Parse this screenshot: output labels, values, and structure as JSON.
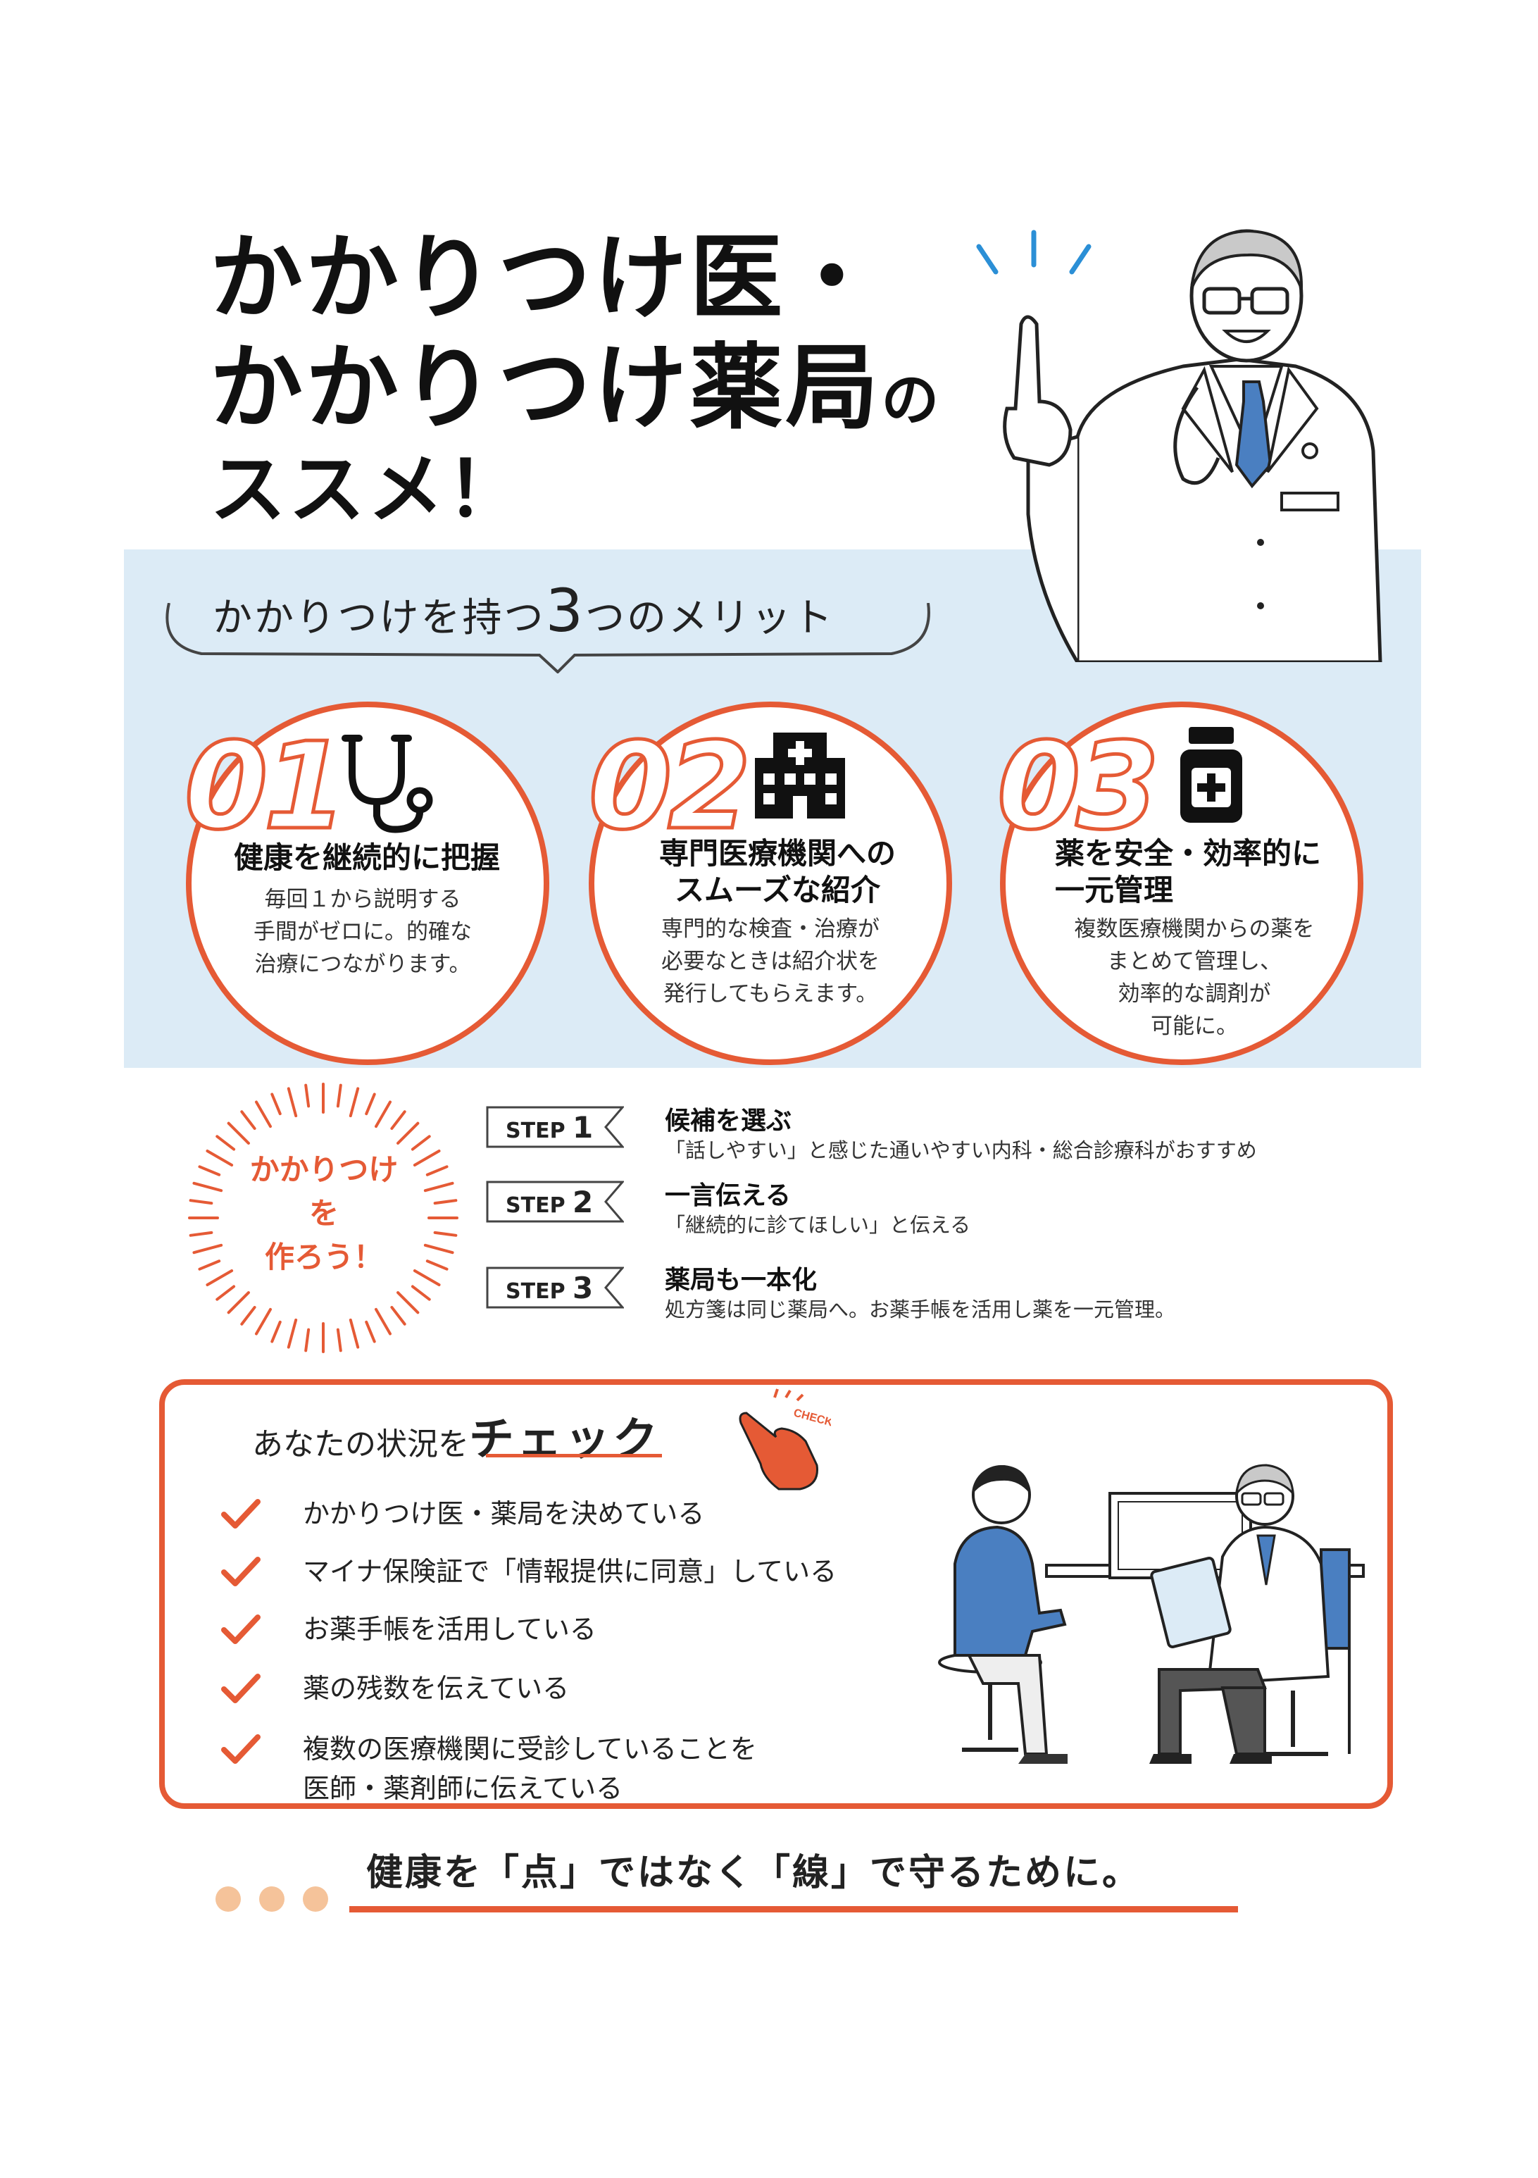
{
  "title": {
    "line1": "かかりつけ医・",
    "line2_main": "かかりつけ薬局",
    "line2_small": "の",
    "line3": "ススメ！"
  },
  "merits": {
    "heading_pre": "かかりつけを持つ",
    "heading_num": "3",
    "heading_post": "つのメリット",
    "items": [
      {
        "number": "01",
        "icon": "stethoscope-icon",
        "title_lines": [
          "健康を継続的に把握"
        ],
        "desc_lines": [
          "毎回１から説明する",
          "手間がゼロに。的確な",
          "治療につながります。"
        ]
      },
      {
        "number": "02",
        "icon": "hospital-icon",
        "title_lines": [
          "専門医療機関への",
          "スムーズな紹介"
        ],
        "desc_lines": [
          "専門的な検査・治療が",
          "必要なときは紹介状を",
          "発行してもらえます。"
        ]
      },
      {
        "number": "03",
        "icon": "medicine-bottle-icon",
        "title_lines": [
          "薬を安全・効率的に",
          "一元管理"
        ],
        "desc_lines": [
          "複数医療機関からの薬を",
          "まとめて管理し、",
          "効率的な調剤が",
          "可能に。"
        ]
      }
    ]
  },
  "burst": {
    "line1": "かかりつけ",
    "line2": "を",
    "line3": "作ろう！"
  },
  "steps": [
    {
      "label": "STEP",
      "num": "1",
      "title": "候補を選ぶ",
      "desc": "「話しやすい」と感じた通いやすい内科・総合診療科がおすすめ"
    },
    {
      "label": "STEP",
      "num": "2",
      "title": "一言伝える",
      "desc": "「継続的に診てほしい」と伝える"
    },
    {
      "label": "STEP",
      "num": "3",
      "title": "薬局も一本化",
      "desc": "処方箋は同じ薬局へ。お薬手帳を活用し薬を一元管理。"
    }
  ],
  "check": {
    "heading_pre": "あなたの状況を",
    "heading_emph": "チェック",
    "badge": "CHECK",
    "items": [
      "かかりつけ医・薬局を決めている",
      "マイナ保険証で「情報提供に同意」している",
      "お薬手帳を活用している",
      "薬の残数を伝えている",
      "複数の医療機関に受診していることを",
      "医師・薬剤師に伝えている"
    ]
  },
  "footer": {
    "tagline": "健康を「点」ではなく「線」で守るために。"
  },
  "colors": {
    "accent": "#e55a35",
    "band": "#dcebf6",
    "dots": "#f5c39a",
    "tie": "#4a7fc1"
  }
}
